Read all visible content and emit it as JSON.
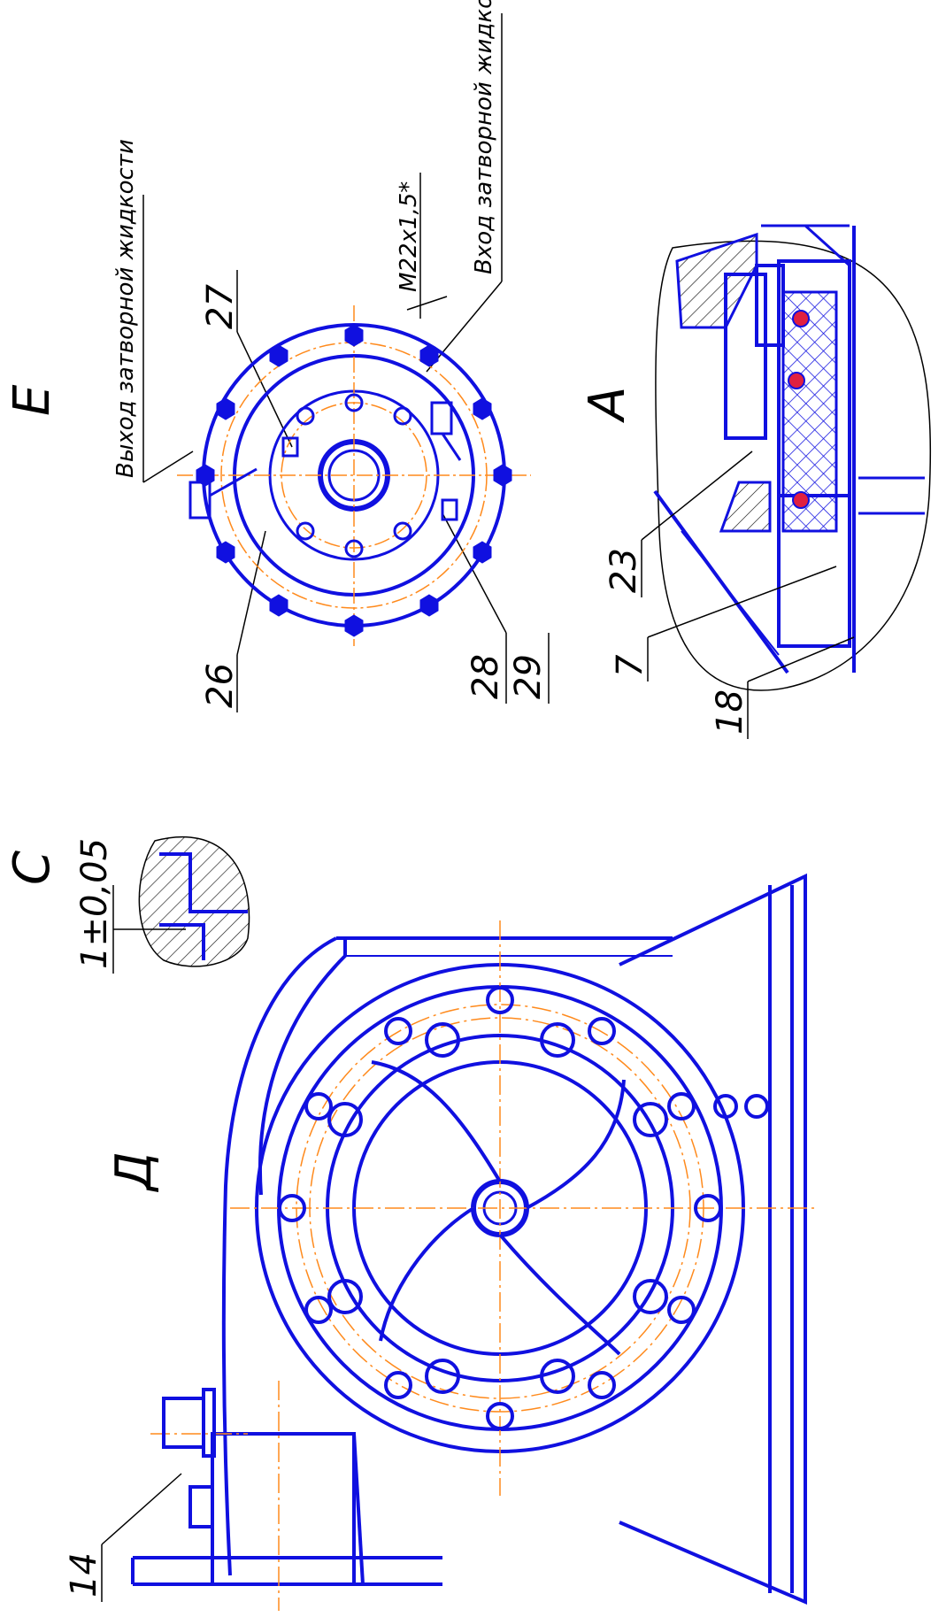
{
  "views": {
    "E": "Е",
    "A": "А",
    "C": "С",
    "D": "Д"
  },
  "annotations": {
    "outlet": "Выход затворной жидкости",
    "inlet": "Вход затворной жидкости",
    "thread": "M22x1,5*",
    "tolerance": "1±0,05"
  },
  "callouts": {
    "c27": "27",
    "c26": "26",
    "c28": "28",
    "c29": "29",
    "c23": "23",
    "c7": "7",
    "c18": "18",
    "c14": "14"
  },
  "colors": {
    "line": "#1010e0",
    "axis": "#ff8a1c",
    "ink": "#000000"
  }
}
